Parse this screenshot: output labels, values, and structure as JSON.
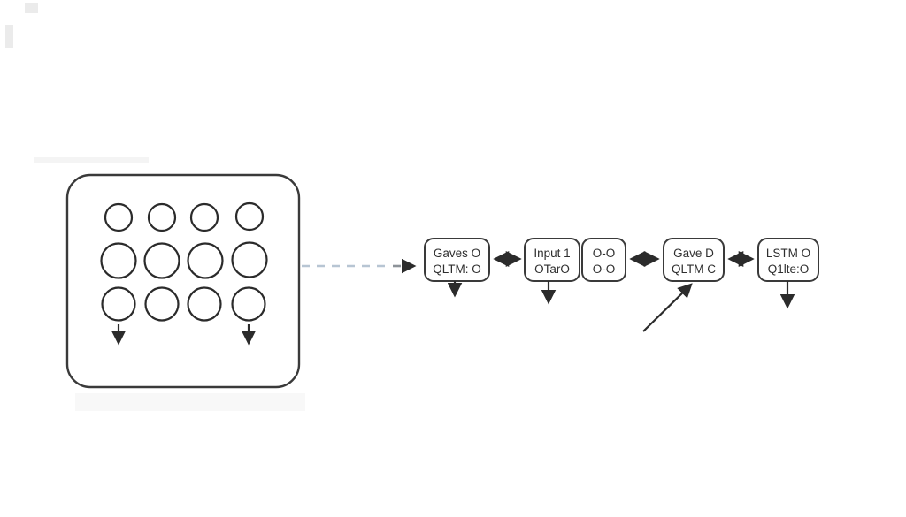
{
  "diagram": {
    "type": "flow-diagram",
    "left_panel": {
      "description": "rounded square containing 3 rows x 4 columns of outlined circles with two downward arrows under the bottom row",
      "rows": 3,
      "cols": 4,
      "circle_count": 12
    },
    "boxes": [
      {
        "id": "box-1",
        "line1": "Gaves O",
        "line2": "QLTM: O"
      },
      {
        "id": "box-2",
        "line1": "Input 1",
        "line2": "OTarO"
      },
      {
        "id": "box-3",
        "line1": "O-O",
        "line2": "O-O"
      },
      {
        "id": "box-4",
        "line1": "Gave D",
        "line2": "QLTM C"
      },
      {
        "id": "box-5",
        "line1": "LSTM O",
        "line2": "Q1lte:O"
      }
    ],
    "connectors": {
      "dashed_connector": "left panel to box-1, dashed, arrow right",
      "double_arrows": [
        "box-1 to box-2",
        "box-3 to box-4",
        "box-4 to box-5"
      ],
      "down_arrows": [
        "below box-1",
        "below box-2",
        "below box-5",
        "two inside left panel"
      ],
      "diagonal_arrow": "from lower-left pointing up-right into bottom edge of box-4"
    }
  },
  "colors": {
    "background": "#ffffff",
    "stroke": "#2b2b2b",
    "box_border": "#3a3a3a",
    "dash": "#b7c5d3",
    "dash_dark_tail": "#8d9399",
    "text": "#2f2f2f"
  }
}
